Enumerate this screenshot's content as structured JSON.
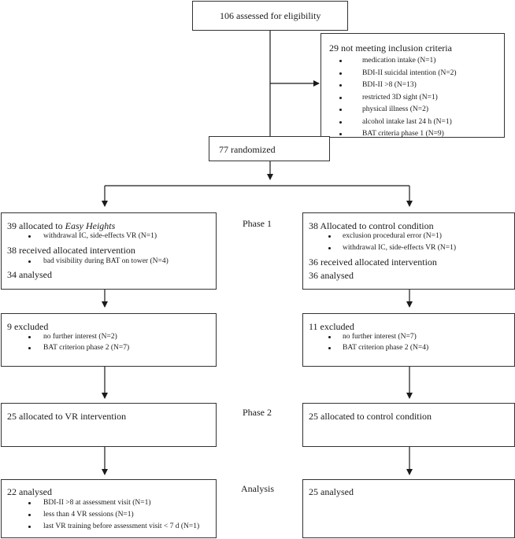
{
  "enrollment": {
    "assessed": "106 assessed for eligibility",
    "excluded_title": "29 not meeting inclusion criteria",
    "excluded_reasons": [
      "medication intake (N=1)",
      "BDI-II suicidal intention (N=2)",
      "BDI-II >8 (N=13)",
      "restricted 3D sight (N=1)",
      "physical illness (N=2)",
      "alcohol intake last 24 h (N=1)",
      "BAT criteria phase 1 (N=9)"
    ],
    "randomized": "77 randomized"
  },
  "phases": {
    "phase1": "Phase 1",
    "phase2": "Phase 2",
    "analysis": "Analysis"
  },
  "left": {
    "alloc_prefix": "39 allocated to ",
    "alloc_em": "Easy Heights",
    "alloc_reasons": [
      "withdrawal IC, side-effects VR (N=1)"
    ],
    "received": "38 received allocated intervention",
    "received_reasons": [
      "bad visibility during BAT on tower (N=4)"
    ],
    "analysed": "34 analysed",
    "excluded_title": "9 excluded",
    "excluded_reasons": [
      "no further interest (N=2)",
      "BAT criterion phase 2 (N=7)"
    ],
    "phase2_alloc": "25 allocated to VR intervention",
    "final_title": "22 analysed",
    "final_reasons": [
      "BDI-II >8 at assessment visit (N=1)",
      "less than 4 VR sessions (N=1)",
      "last VR training before assessment visit < 7 d (N=1)"
    ]
  },
  "right": {
    "alloc": "38 Allocated to control condition",
    "alloc_reasons": [
      "exclusion procedural error (N=1)",
      "withdrawal IC, side-effects VR (N=1)"
    ],
    "received": "36 received allocated intervention",
    "analysed": "36 analysed",
    "excluded_title": "11 excluded",
    "excluded_reasons": [
      "no further interest (N=7)",
      "BAT criterion phase 2 (N=4)"
    ],
    "phase2_alloc": "25 allocated to control condition",
    "final_title": "25 analysed"
  }
}
